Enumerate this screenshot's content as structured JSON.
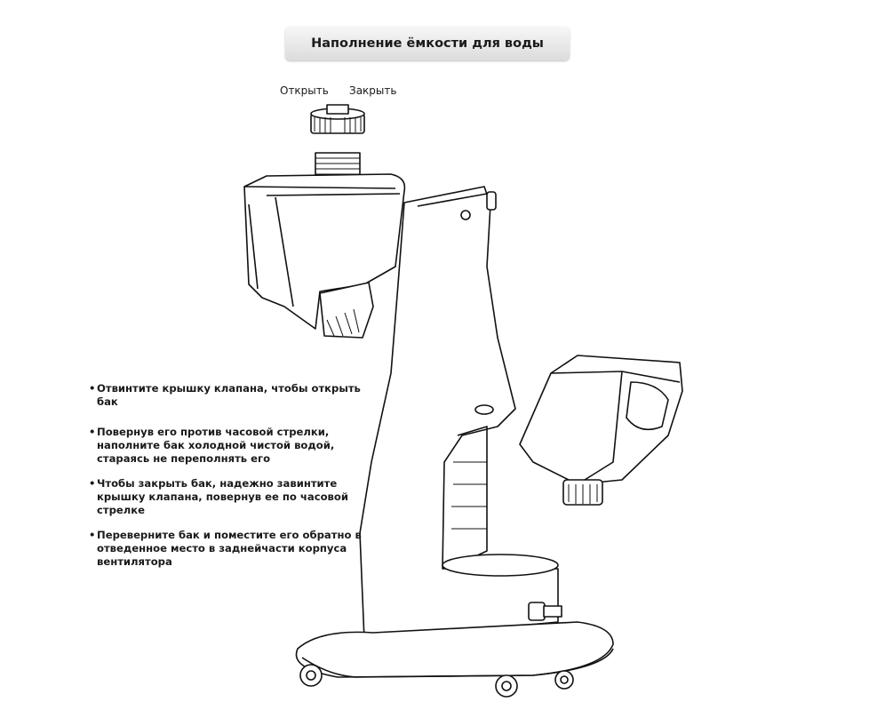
{
  "title": "Наполнение ёмкости для воды",
  "cap_labels": {
    "open": "Открыть",
    "close": "Закрыть"
  },
  "instructions": [
    {
      "lines": [
        "Отвинтите крышку клапана, чтобы открыть бак"
      ]
    },
    {
      "lines": [
        "Повернув его против часовой стрелки,",
        "наполните бак холодной чистой водой,",
        "стараясь не переполнять его"
      ]
    },
    {
      "lines": [
        "Чтобы закрыть бак, надежно завинтите",
        "крышку клапана, повернув ее по часовой стрелке"
      ]
    },
    {
      "lines": [
        "Переверните бак и поместите его обратно в",
        "отведенное место в заднейчасти корпуса",
        "вентилятора"
      ]
    }
  ]
}
